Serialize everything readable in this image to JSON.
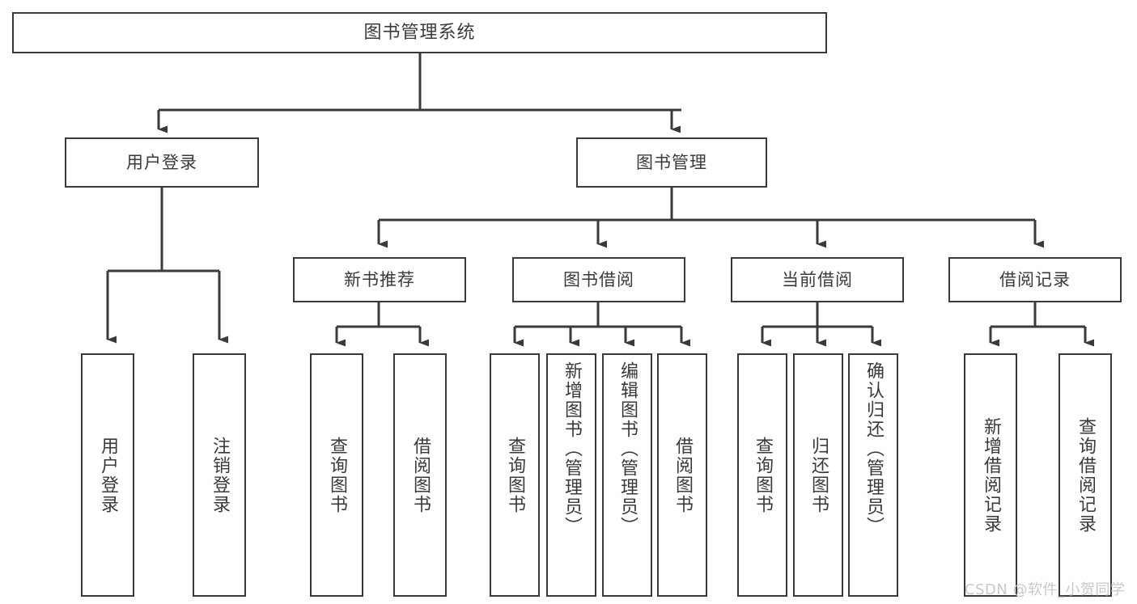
{
  "diagram": {
    "title": "图书管理系统",
    "background": "#ffffff",
    "line_color": "#3a3a3a",
    "text_color": "#3a3a3a",
    "root": {
      "label": "图书管理系统"
    },
    "level2": [
      {
        "label": "用户登录"
      },
      {
        "label": "图书管理"
      }
    ],
    "level3": [
      {
        "label": "新书推荐"
      },
      {
        "label": "图书借阅"
      },
      {
        "label": "当前借阅"
      },
      {
        "label": "借阅记录"
      }
    ],
    "leaves": {
      "user_login": [
        {
          "label": "用户登录"
        },
        {
          "label": "注销登录"
        }
      ],
      "new_book_recommend": [
        {
          "label": "查询图书"
        },
        {
          "label": "借阅图书"
        }
      ],
      "book_borrow": [
        {
          "label": "查询图书"
        },
        {
          "label": "新增图书（管理员）"
        },
        {
          "label": "编辑图书（管理员）"
        },
        {
          "label": "借阅图书"
        }
      ],
      "current_borrow": [
        {
          "label": "查询图书"
        },
        {
          "label": "归还图书"
        },
        {
          "label": "确认归还（管理员）"
        }
      ],
      "borrow_record": [
        {
          "label": "新增借阅记录"
        },
        {
          "label": "查询借阅记录"
        }
      ]
    }
  },
  "watermark": {
    "text": "CSDN @软件_小贺同学"
  }
}
